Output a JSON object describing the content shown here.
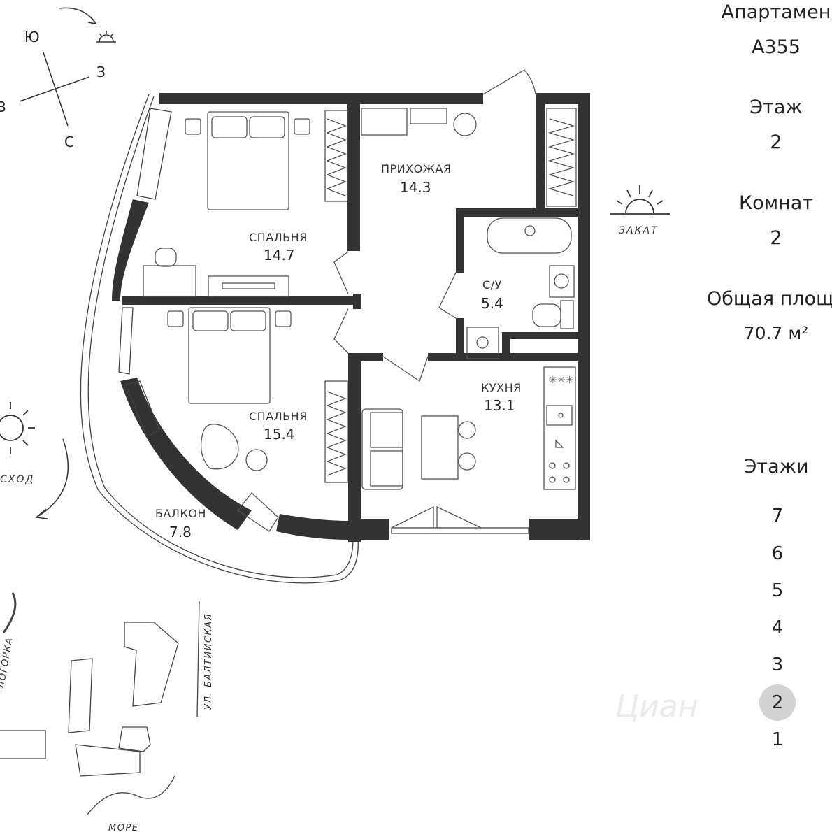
{
  "apartment": {
    "label": "Апартамен",
    "number": "А355",
    "floor_label": "Этаж",
    "floor_value": "2",
    "rooms_label": "Комнат",
    "rooms_value": "2",
    "area_label": "Общая площа",
    "area_value": "70.7 м²"
  },
  "floors": {
    "label": "Этажи",
    "items": [
      "7",
      "6",
      "5",
      "4",
      "3",
      "2",
      "1"
    ],
    "active": "2"
  },
  "rooms": [
    {
      "name": "ПРИХОЖАЯ",
      "area": "14.3"
    },
    {
      "name": "СПАЛЬНЯ",
      "area": "14.7"
    },
    {
      "name": "С/У",
      "area": "5.4"
    },
    {
      "name": "СПАЛЬНЯ",
      "area": "15.4"
    },
    {
      "name": "КУХНЯ",
      "area": "13.1"
    },
    {
      "name": "БАЛКОН",
      "area": "7.8"
    }
  ],
  "compass": {
    "south": "Ю",
    "west": "З",
    "east": "В",
    "north": "С"
  },
  "sun": {
    "sunset": "ЗАКАТ",
    "sunrise": "СХОД"
  },
  "map": {
    "street": "УЛ. БАЛТИЙСКАЯ",
    "hill": "ЛОГОРКА",
    "sea": "МОРЕ"
  },
  "watermark": "Циан"
}
